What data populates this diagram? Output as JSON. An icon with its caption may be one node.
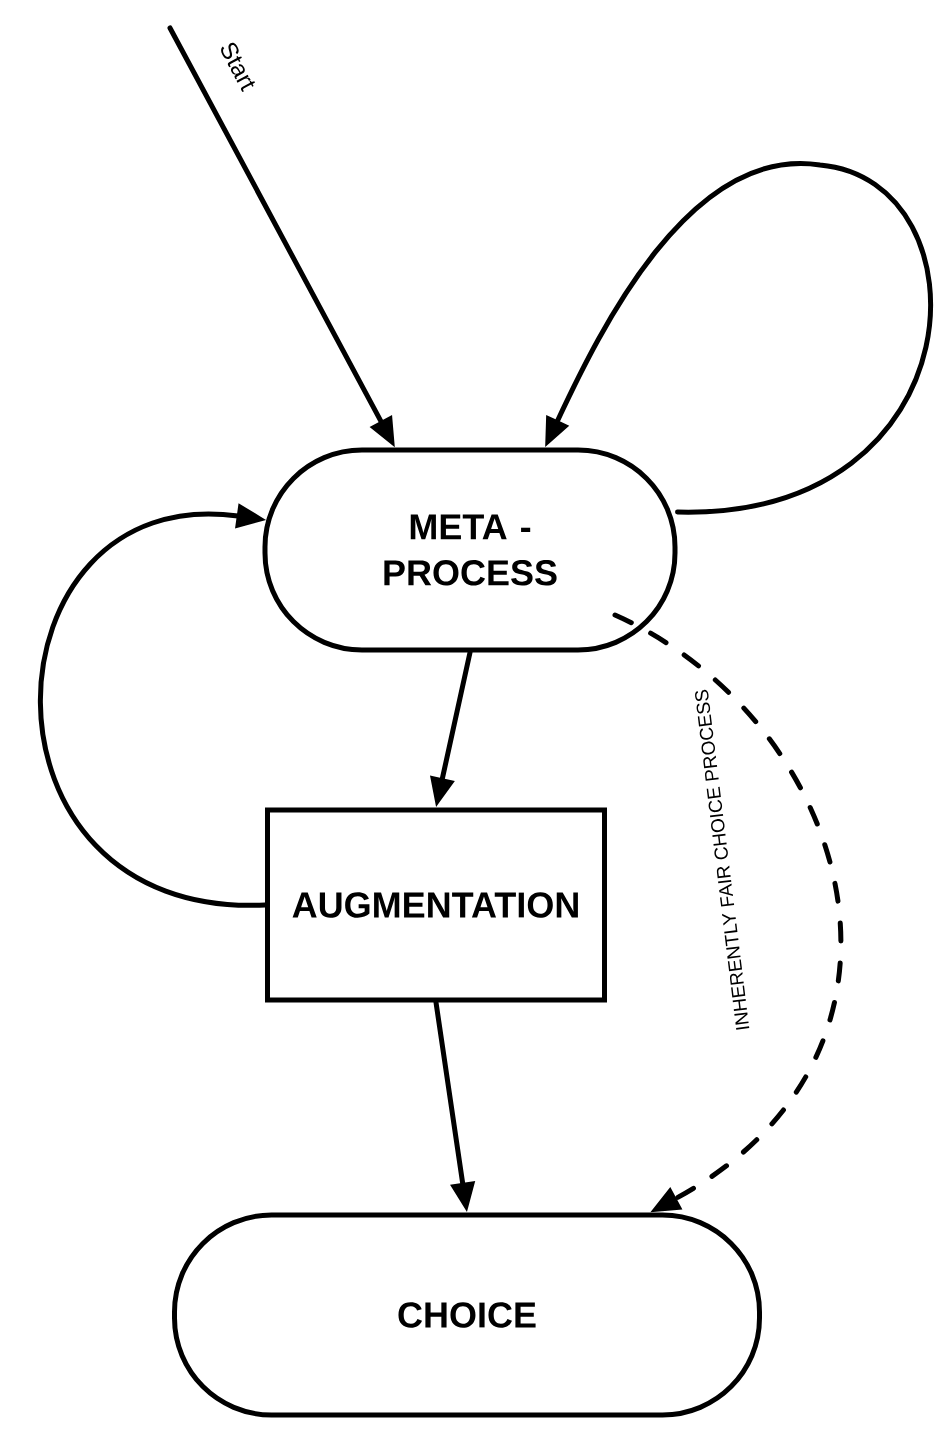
{
  "diagram": {
    "nodes": [
      {
        "text": [
          "META - PROCESS"
        ]
      },
      {
        "text": [
          "AUGMENTATION"
        ]
      },
      {
        "text": [
          "CHOICE"
        ]
      }
    ],
    "edges": [
      {
        "from": null,
        "to": 0,
        "arrow": "to",
        "label": "Start"
      },
      {
        "from": 0,
        "to": 0,
        "arrow": "to"
      },
      {
        "from": 0,
        "to": 1,
        "arrow": "to"
      },
      {
        "from": 1,
        "to": 0,
        "arrow": "to"
      },
      {
        "from": 1,
        "to": 2,
        "arrow": "to"
      },
      {
        "from": 0,
        "to": 2,
        "arrow": "to",
        "style": "dashed",
        "label": "INHERENTLY FAIR CHOICE PROCESS"
      }
    ]
  }
}
